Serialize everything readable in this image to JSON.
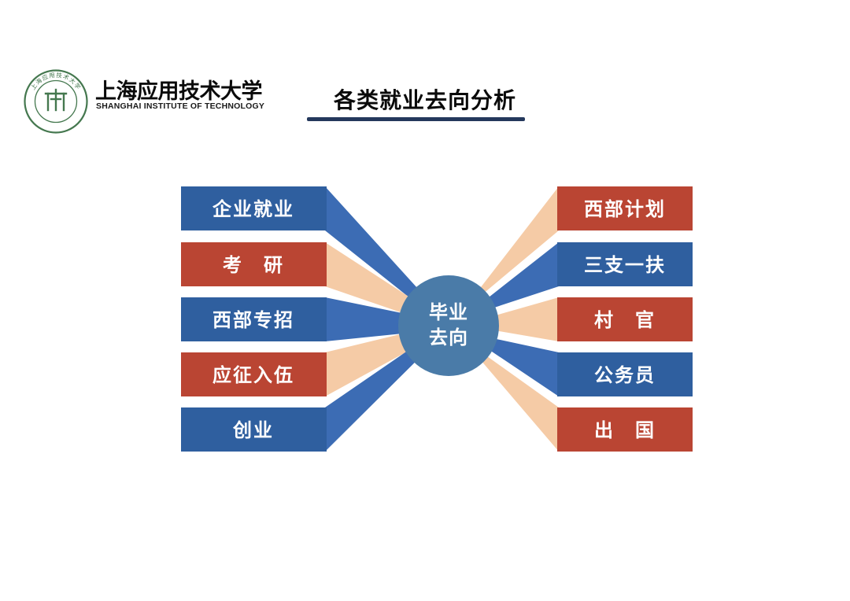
{
  "colors": {
    "bar_blue": "#2f5f9f",
    "bar_red": "#ba4533",
    "ribbon_blue": "#3c6cb4",
    "ribbon_peach": "#f5cba6",
    "circle_blue": "#4a7ba8",
    "underline_navy": "#24385c",
    "logo_green": "#45784f",
    "bar_text": "#ffffff"
  },
  "header": {
    "logo": {
      "seal_text": "上海应用技术大学"
    },
    "name_cn": "上海应用技术大学",
    "name_en": "SHANGHAI INSTITUTE OF TECHNOLOGY",
    "title": "各类就业去向分析"
  },
  "diagram": {
    "center": {
      "line1": "毕业",
      "line2": "去向"
    },
    "left_items": [
      {
        "label": "企业就业",
        "color": "blue"
      },
      {
        "label": "考　研",
        "color": "red"
      },
      {
        "label": "西部专招",
        "color": "blue"
      },
      {
        "label": "应征入伍",
        "color": "red"
      },
      {
        "label": "创业",
        "color": "blue"
      }
    ],
    "right_items": [
      {
        "label": "西部计划",
        "color": "red"
      },
      {
        "label": "三支一扶",
        "color": "blue"
      },
      {
        "label": "村　官",
        "color": "red"
      },
      {
        "label": "公务员",
        "color": "blue"
      },
      {
        "label": "出　国",
        "color": "red"
      }
    ]
  }
}
